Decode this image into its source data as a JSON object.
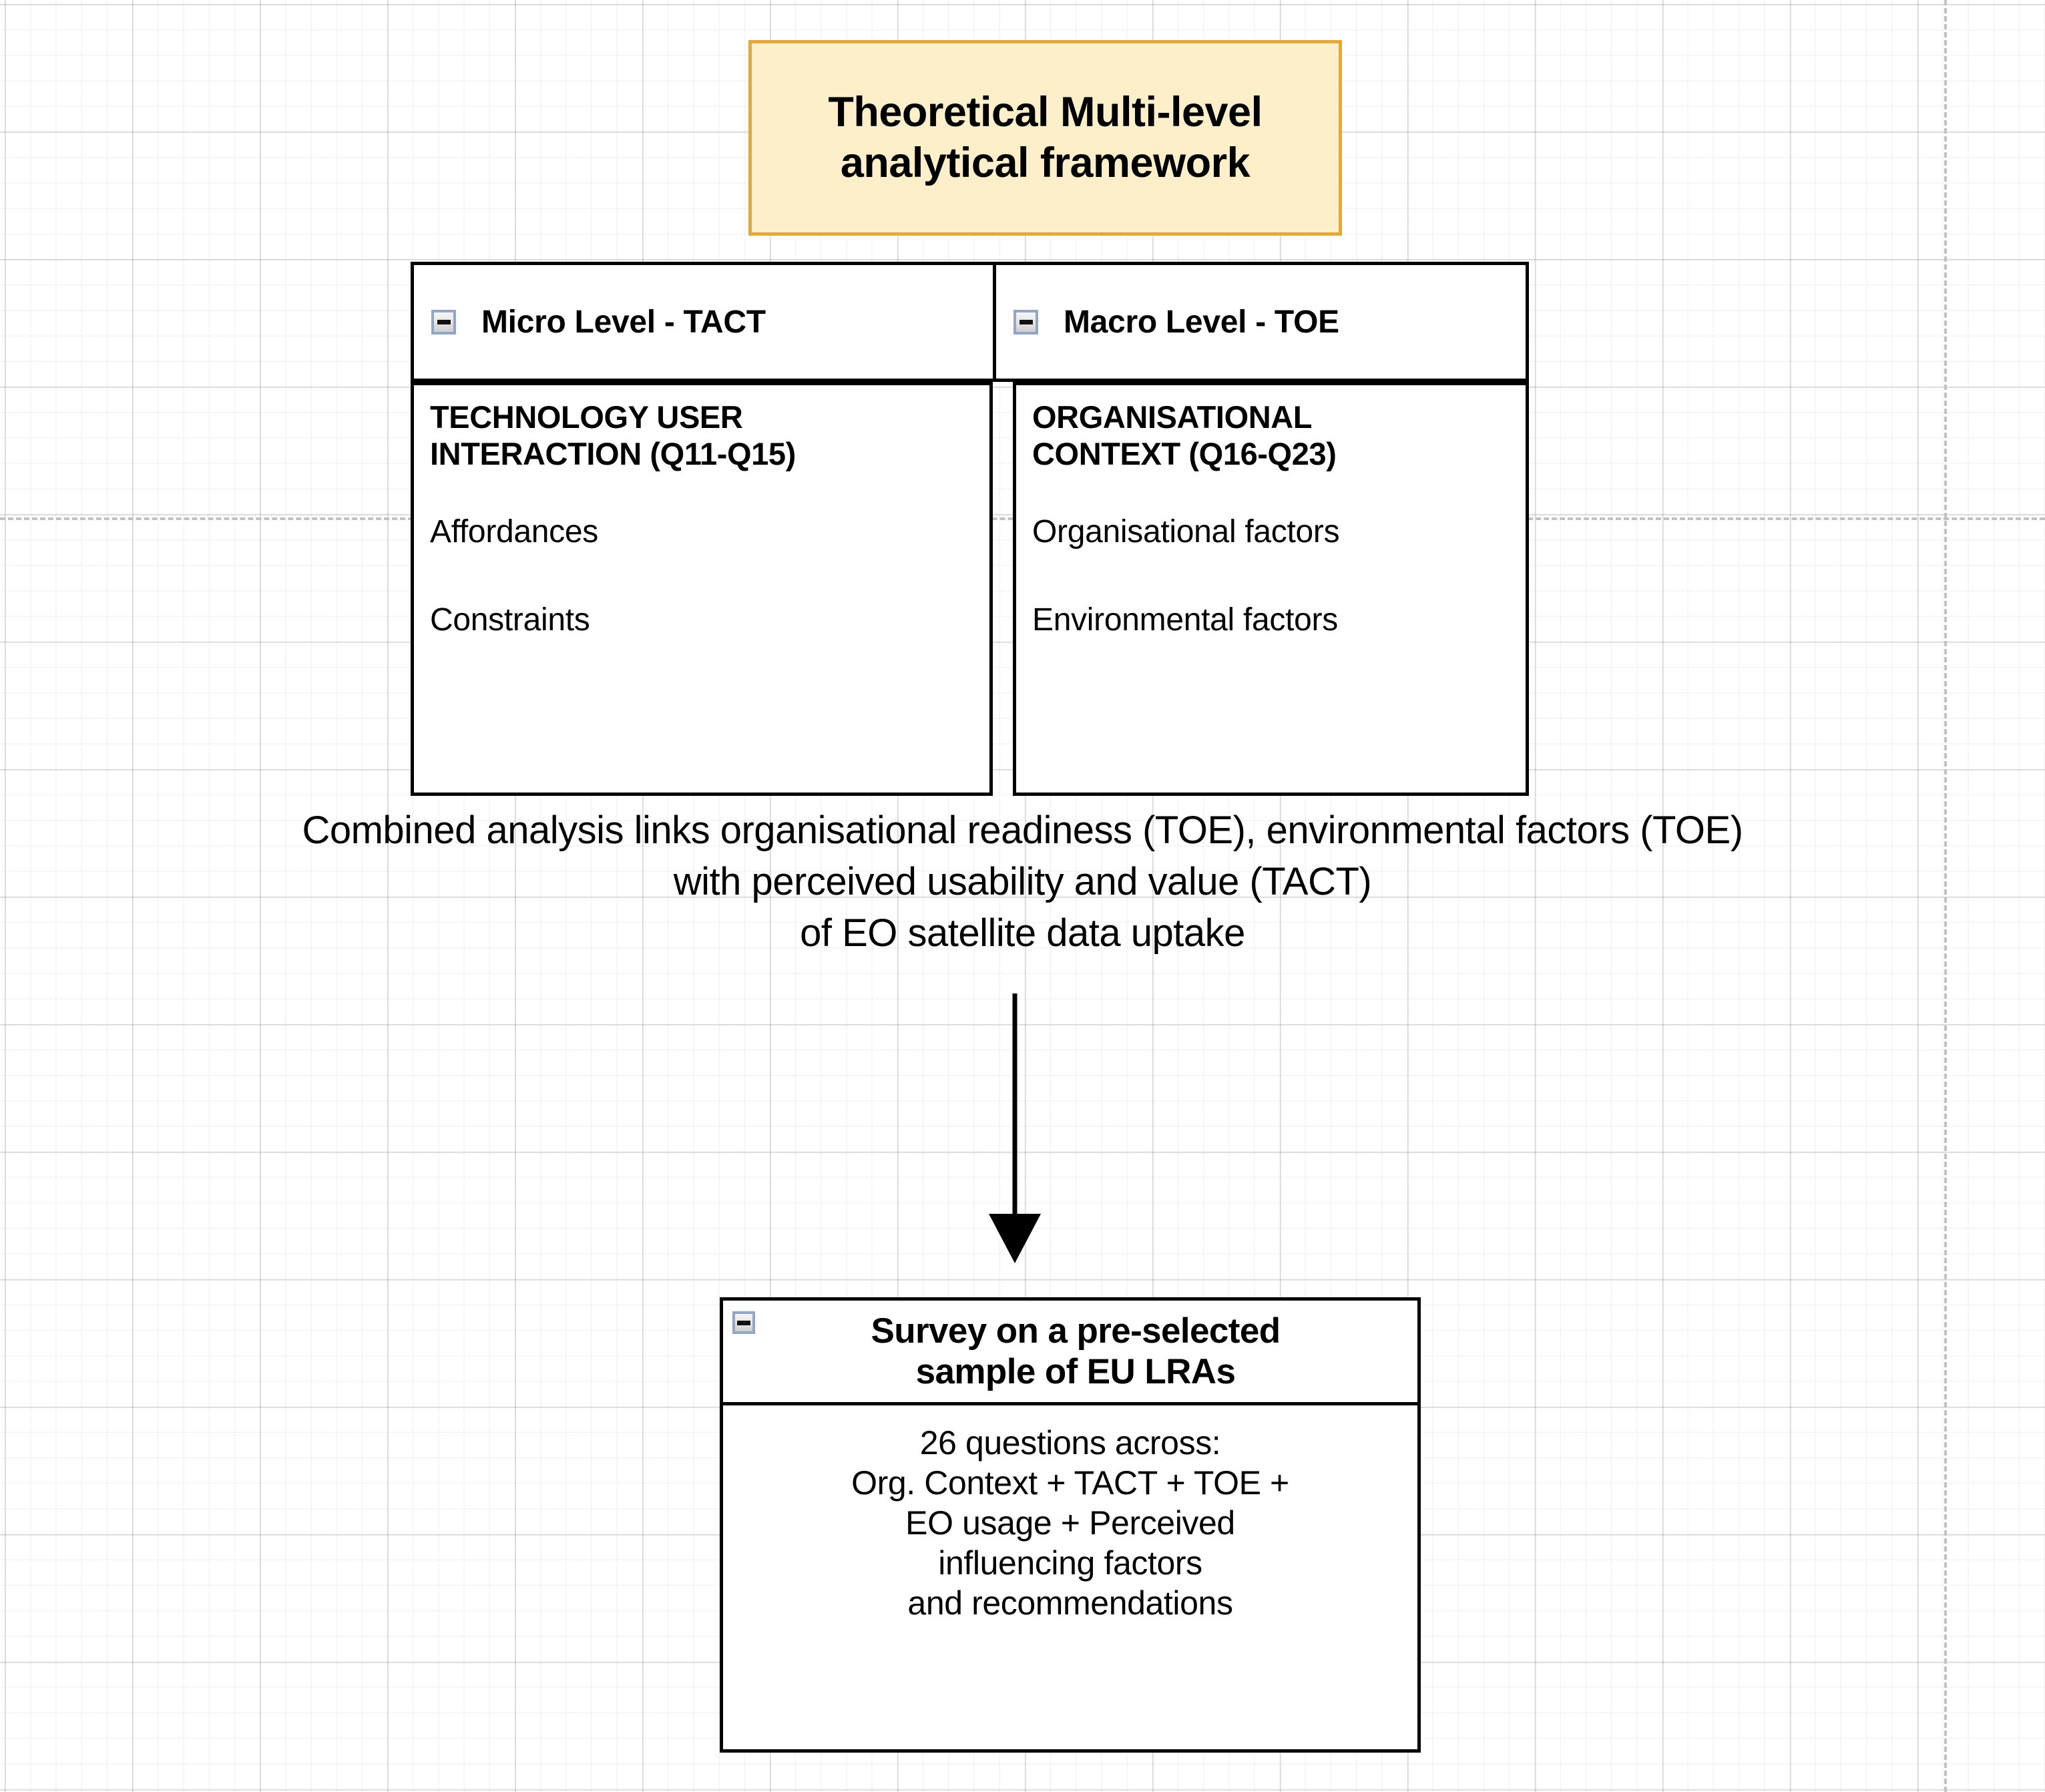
{
  "diagram": {
    "title_box": {
      "line1": "Theoretical Multi-level",
      "line2": "analytical framework",
      "fill_color": "#FCEFC9",
      "border_color": "#E3A93C"
    },
    "framework_table": {
      "columns": [
        {
          "header_label": "Micro Level  - TACT",
          "collapse_icon": "minus-icon",
          "subheader_line1": "TECHNOLOGY USER",
          "subheader_line2": "INTERACTION (Q11-Q15)",
          "items": [
            "Affordances",
            "Constraints"
          ]
        },
        {
          "header_label": "Macro Level  - TOE",
          "collapse_icon": "minus-icon",
          "subheader_line1": "ORGANISATIONAL",
          "subheader_line2": "CONTEXT  (Q16-Q23)",
          "items": [
            "Organisational factors",
            "Environmental factors"
          ]
        }
      ]
    },
    "analysis_note": {
      "line1": "Combined analysis links organisational readiness (TOE), environmental factors (TOE)",
      "line2": "with perceived usability and value (TACT)",
      "line3": "of EO satellite data uptake"
    },
    "connector": {
      "icon": "down-arrow-icon",
      "direction": "down"
    },
    "survey_box": {
      "collapse_icon": "minus-icon",
      "title_line1": "Survey on a pre-selected",
      "title_line2": "sample of EU LRAs",
      "body_lines": [
        "26 questions across:",
        "Org. Context + TACT + TOE +",
        "EO usage + Perceived",
        "influencing factors",
        "and recommendations"
      ]
    }
  }
}
